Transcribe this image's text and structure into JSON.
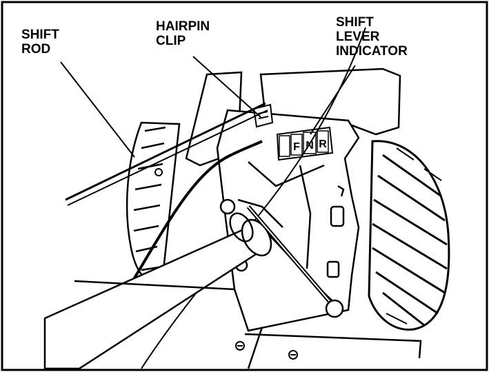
{
  "labels": {
    "shift_rod": [
      "SHIFT",
      "ROD"
    ],
    "hairpin_clip": [
      "HAIRPIN",
      "CLIP"
    ],
    "shift_lever_indicator": [
      "SHIFT",
      "LEVER",
      "INDICATOR"
    ]
  },
  "indicator_marks": [
    "F",
    "N",
    "R"
  ],
  "colors": {
    "ink": "#000000",
    "paper": "#ffffff"
  }
}
